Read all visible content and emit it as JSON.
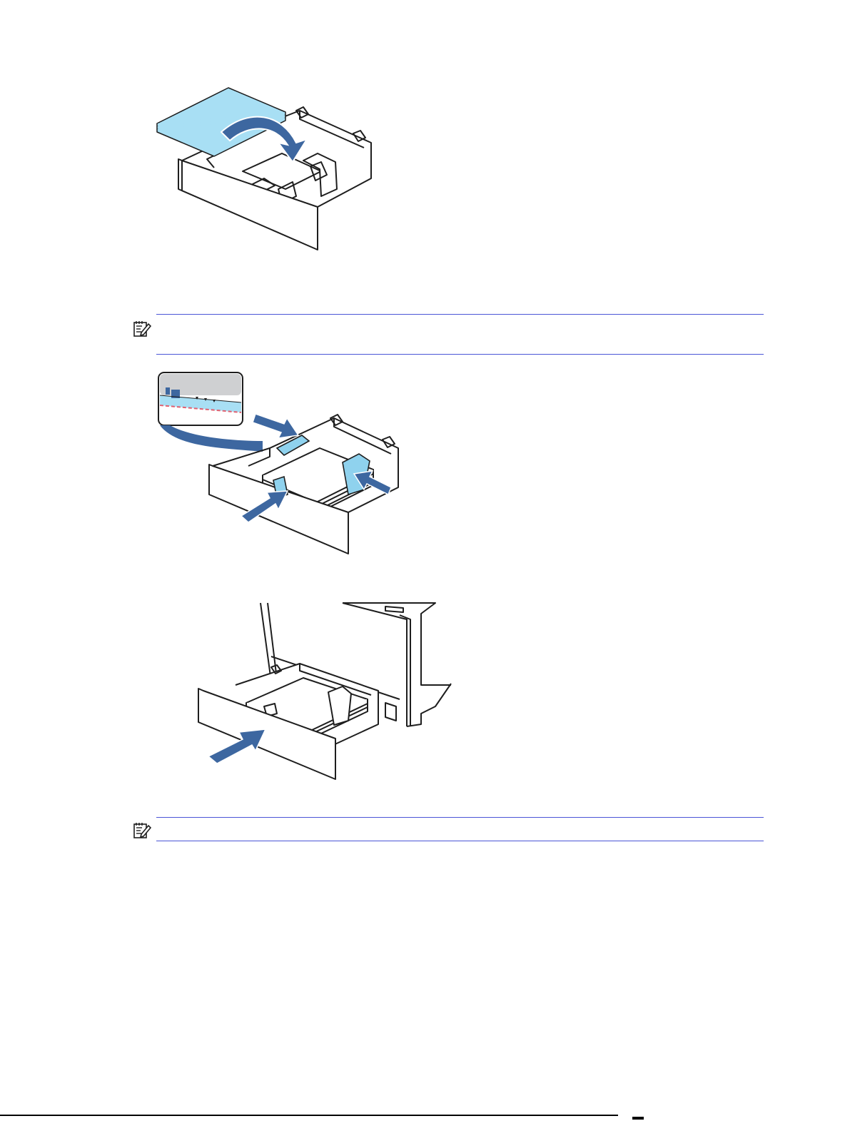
{
  "colors": {
    "paper_fill": "#a8dff4",
    "accent_blue": "#3d67a0",
    "guide_blue": "#8fd2ee",
    "note_rule": "#4a55d6",
    "outline": "#1e1e1e",
    "inset_bg": "#cfd0d2"
  },
  "figures": [
    {
      "name": "load-paper-into-tray-figure",
      "icon": "curved-arrow-icon"
    },
    {
      "name": "adjust-paper-guides-figure",
      "icon": "push-arrow-icon"
    },
    {
      "name": "close-tray-figure",
      "icon": "push-arrow-icon"
    }
  ],
  "notes": [
    {
      "icon": "note-icon"
    },
    {
      "icon": "note-icon"
    }
  ]
}
